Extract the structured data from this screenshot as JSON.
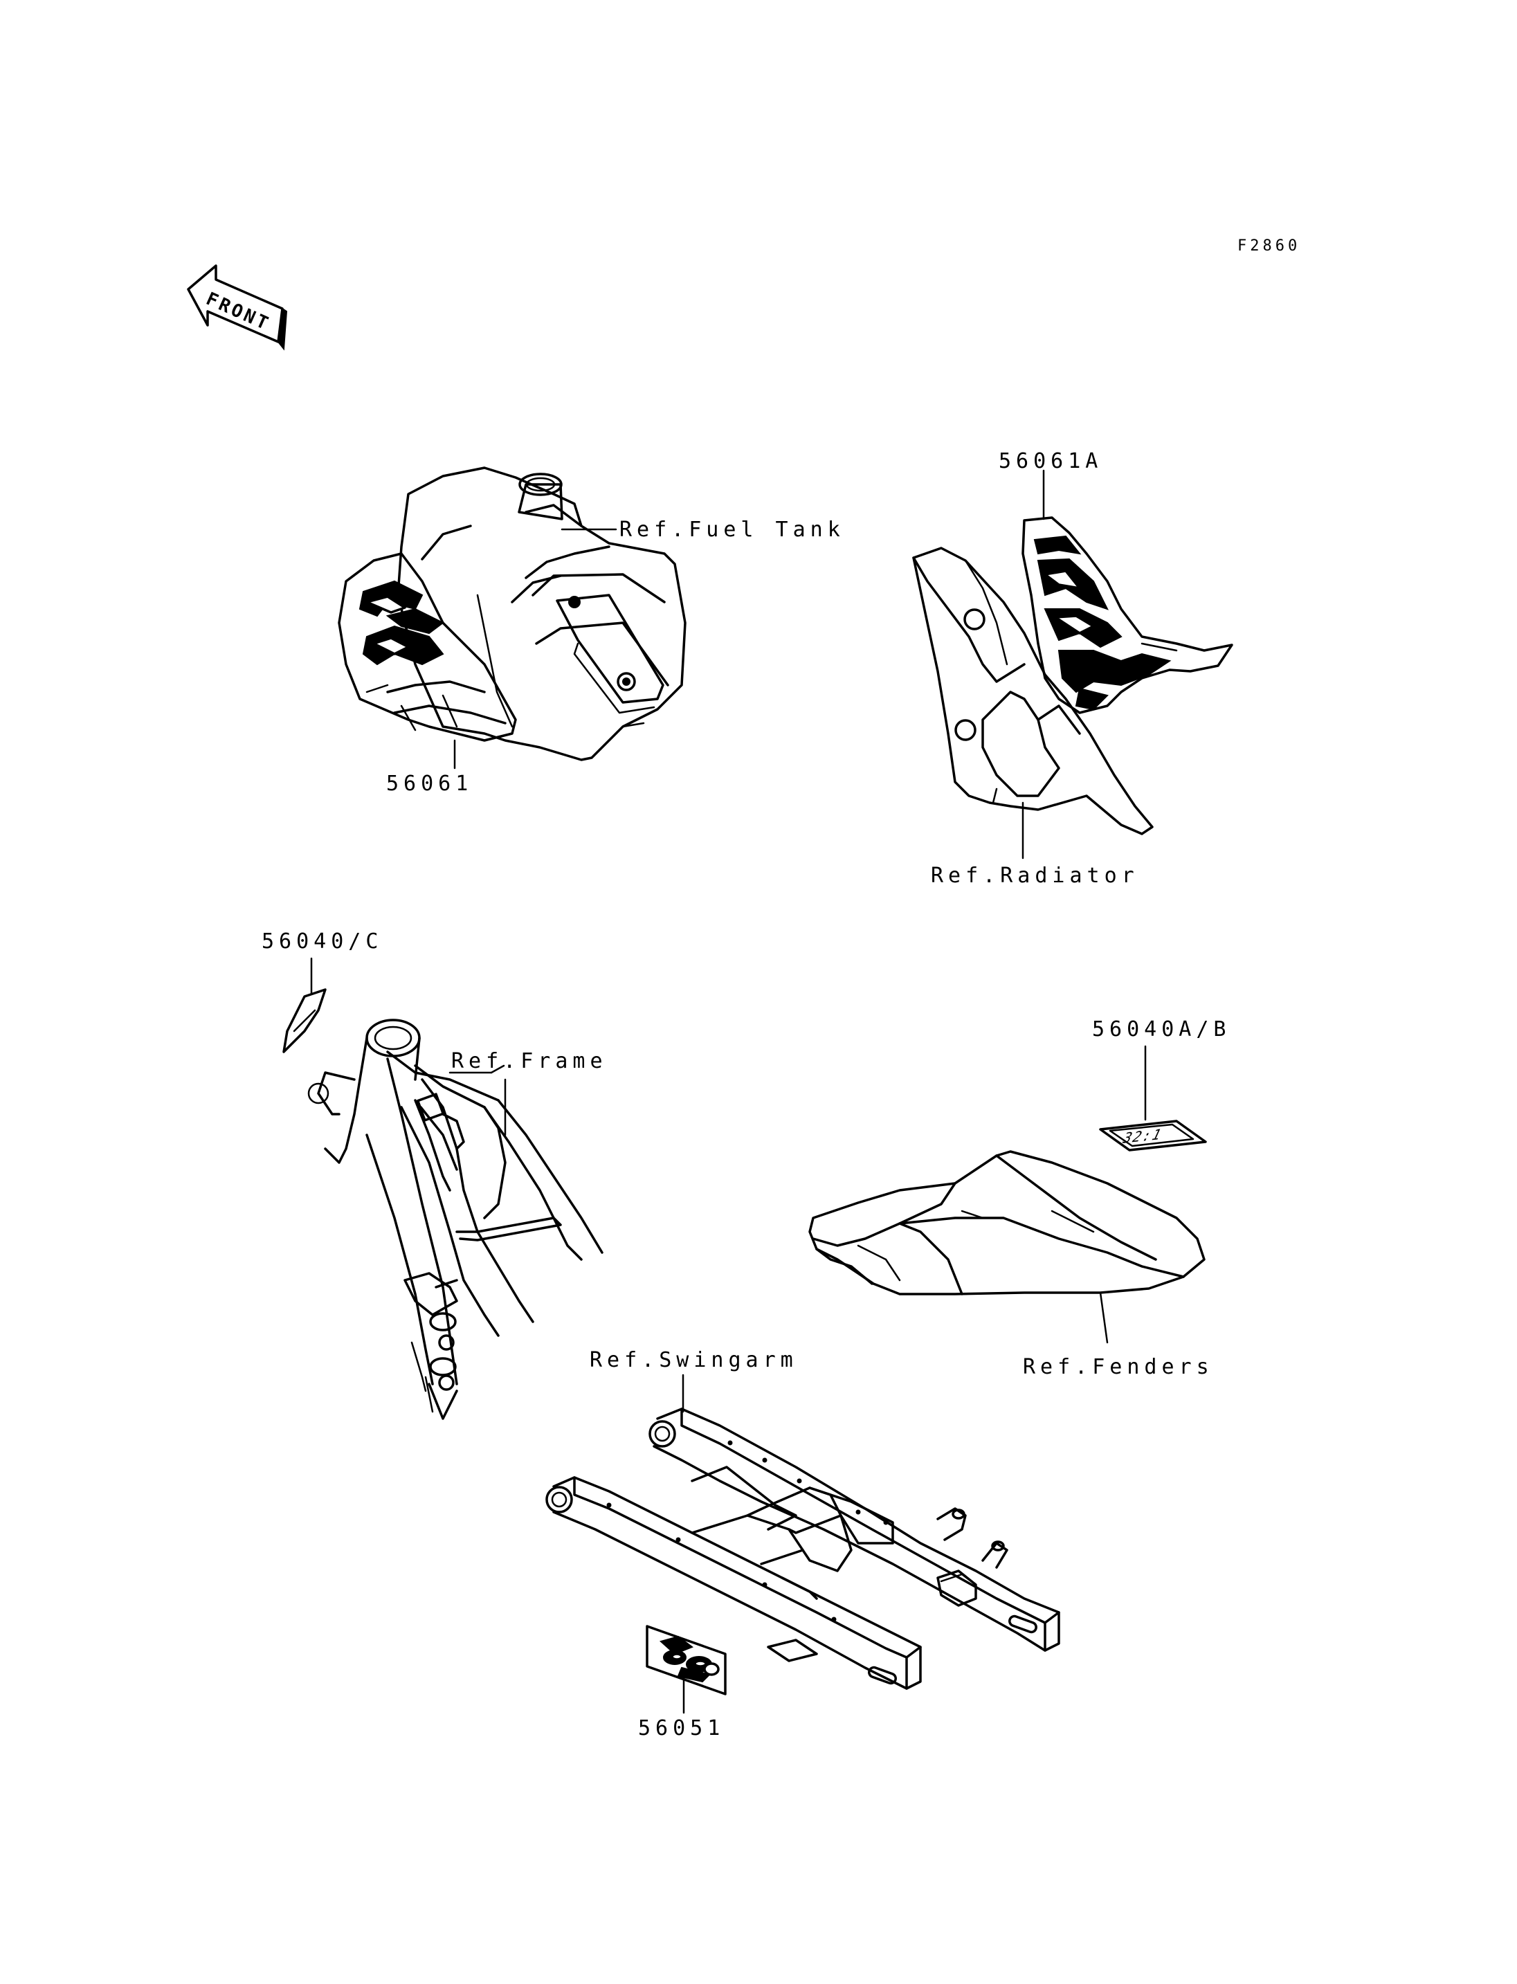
{
  "figure_code": "F2860",
  "front_arrow_label": "FRONT",
  "callouts": {
    "fuel_tank_decal": "56061",
    "fuel_tank_ref": "Ref.Fuel Tank",
    "shroud_decal": "56061A",
    "radiator_ref": "Ref.Radiator",
    "frame_decal": "56040/C",
    "frame_ref": "Ref.Frame",
    "fender_decal": "56040A/B",
    "fenders_ref": "Ref.Fenders",
    "swingarm_ref": "Ref.Swingarm",
    "swingarm_decal": "56051"
  },
  "fuel_label_text": "32:1"
}
